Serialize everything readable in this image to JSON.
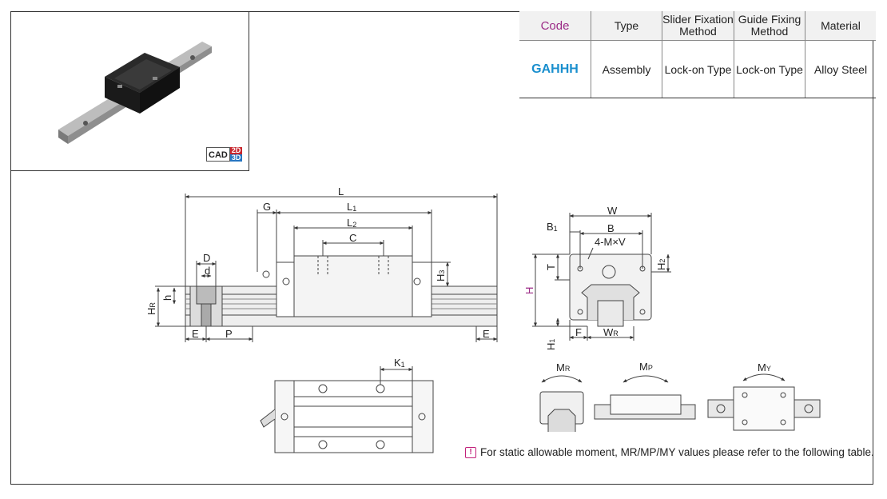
{
  "cad": {
    "label": "CAD",
    "d2": "2D",
    "d3": "3D"
  },
  "table": {
    "headers": [
      "Code",
      "Type",
      "Slider Fixation Method",
      "Guide Fixing Method",
      "Material"
    ],
    "row": [
      "GAHHH",
      "Assembly",
      "Lock-on Type",
      "Lock-on Type",
      "Alloy Steel"
    ]
  },
  "side_view": {
    "L": "L",
    "L1": "L",
    "L1_sub": "1",
    "L2": "L",
    "L2_sub": "2",
    "C": "C",
    "G": "G",
    "D": "D",
    "d": "d",
    "h": "h",
    "HR": "H",
    "HR_sub": "R",
    "H3": "H",
    "H3_sub": "3",
    "E": "E",
    "P": "P"
  },
  "end_view": {
    "W": "W",
    "B": "B",
    "B1": "B",
    "B1_sub": "1",
    "MV": "4-M×V",
    "T": "T",
    "H": "H",
    "H2": "H",
    "H2_sub": "2",
    "H1": "H",
    "H1_sub": "1",
    "F": "F",
    "WR": "W",
    "WR_sub": "R"
  },
  "top_view": {
    "K1": "K",
    "K1_sub": "1"
  },
  "moments": {
    "MR": "M",
    "MR_sub": "R",
    "MP": "M",
    "MP_sub": "P",
    "MY": "M",
    "MY_sub": "Y"
  },
  "note": {
    "icon": "!",
    "text": "For static allowable moment, MR/MP/MY values please refer to the following table."
  },
  "colors": {
    "code_header": "#9b2a86",
    "code_value": "#1a8fce",
    "dim_H": "#9b2a86"
  }
}
